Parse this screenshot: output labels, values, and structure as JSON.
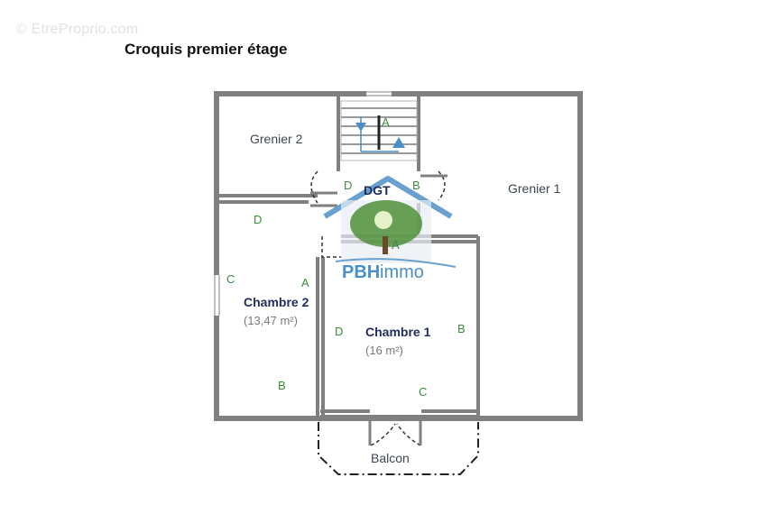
{
  "watermark": "© EtreProprio.com",
  "title": "Croquis premier étage",
  "rooms": {
    "grenier2": "Grenier 2",
    "grenier1": "Grenier 1",
    "dgt": "DGT",
    "chambre2": "Chambre 2",
    "chambre2_area": "(13,47 m²)",
    "chambre1": "Chambre 1",
    "chambre1_area": "(16 m²)",
    "balcon": "Balcon"
  },
  "wall_letters": {
    "stairs_a": "A",
    "dgt_d": "D",
    "dgt_b": "B",
    "dgt_a": "A",
    "ch2_d": "D",
    "ch2_c": "C",
    "ch2_a": "A",
    "ch2_b": "B",
    "ch1_d": "D",
    "ch1_b": "B",
    "ch1_c": "C"
  },
  "logo": {
    "brand_bold": "PBH",
    "brand_light": "immo"
  },
  "colors": {
    "wall": "#7f7f7f",
    "stair_arrow": "#4a8fc7",
    "letter": "#3c8a3c",
    "logo": "#4a8fc7"
  }
}
